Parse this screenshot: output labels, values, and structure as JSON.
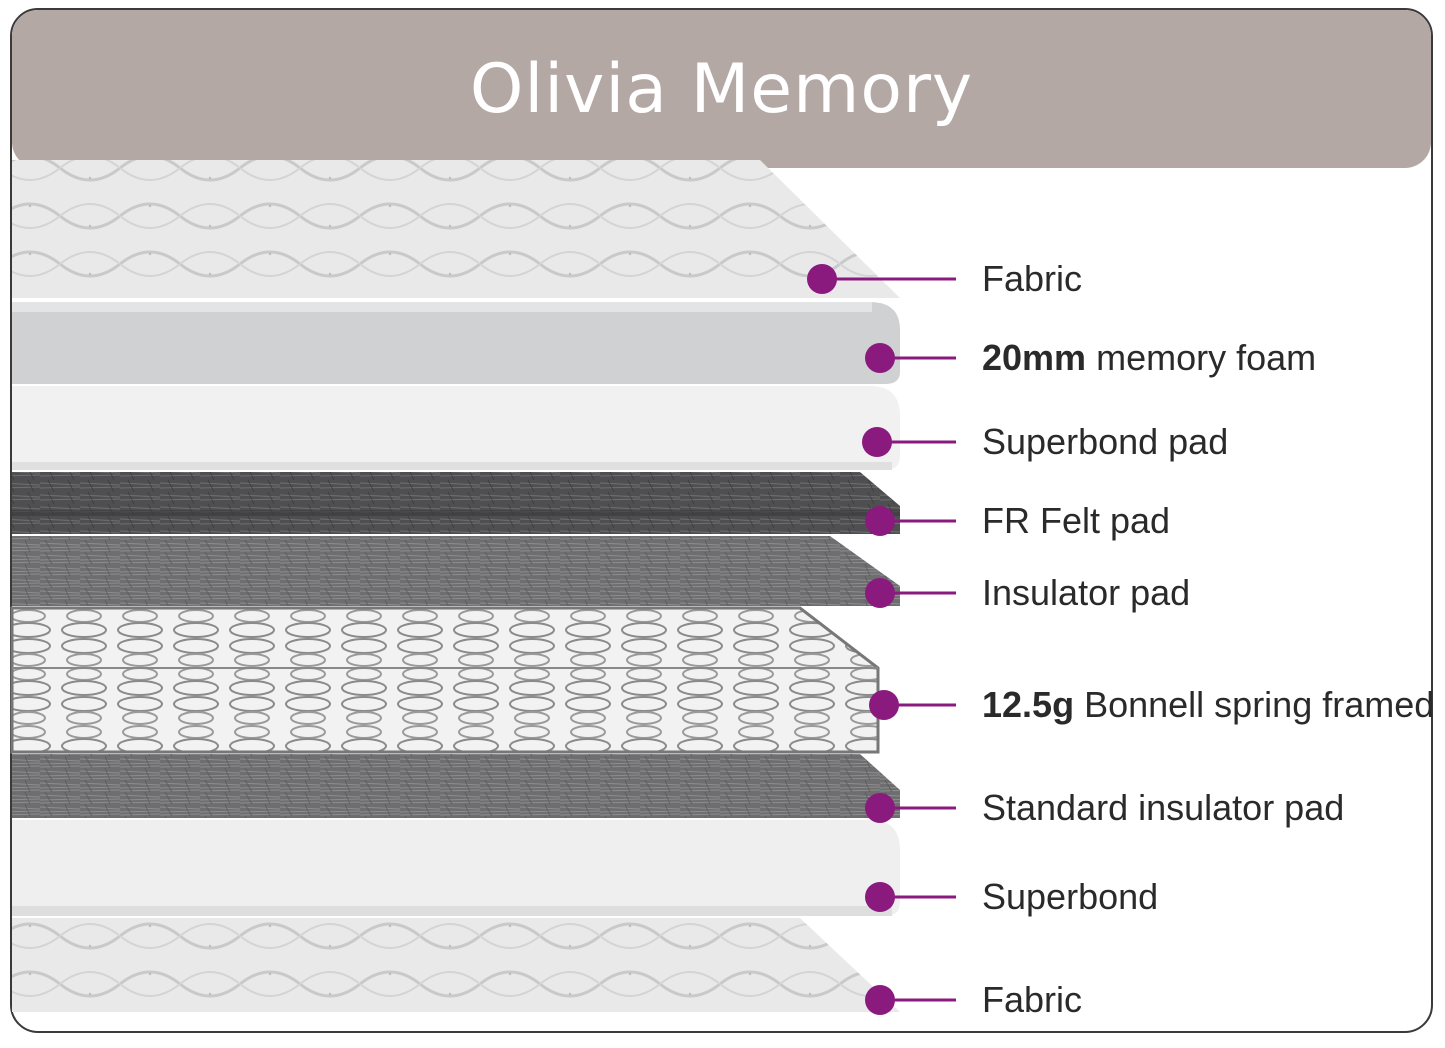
{
  "title": "Olivia Memory",
  "colors": {
    "header_bg": "#b4a8a5",
    "marker": "#8b1a7e",
    "label_text": "#2a2a2a"
  },
  "layers": [
    {
      "id": "fabric-top",
      "bold": "",
      "text": "Fabric",
      "material": "quilted-fabric"
    },
    {
      "id": "memory-foam",
      "bold": "20mm",
      "text": "memory foam",
      "material": "grey-foam"
    },
    {
      "id": "superbond-pad",
      "bold": "",
      "text": "Superbond pad",
      "material": "white-foam"
    },
    {
      "id": "fr-felt-pad",
      "bold": "",
      "text": "FR Felt pad",
      "material": "dark-felt"
    },
    {
      "id": "insulator-pad",
      "bold": "",
      "text": "Insulator pad",
      "material": "grey-felt"
    },
    {
      "id": "bonnell-spring",
      "bold": "12.5g",
      "text": "Bonnell spring framed",
      "material": "spring-unit"
    },
    {
      "id": "standard-insulator-pad",
      "bold": "",
      "text": "Standard insulator pad",
      "material": "grey-felt"
    },
    {
      "id": "superbond",
      "bold": "",
      "text": "Superbond",
      "material": "white-foam"
    },
    {
      "id": "fabric-bottom",
      "bold": "",
      "text": "Fabric",
      "material": "quilted-fabric"
    }
  ]
}
